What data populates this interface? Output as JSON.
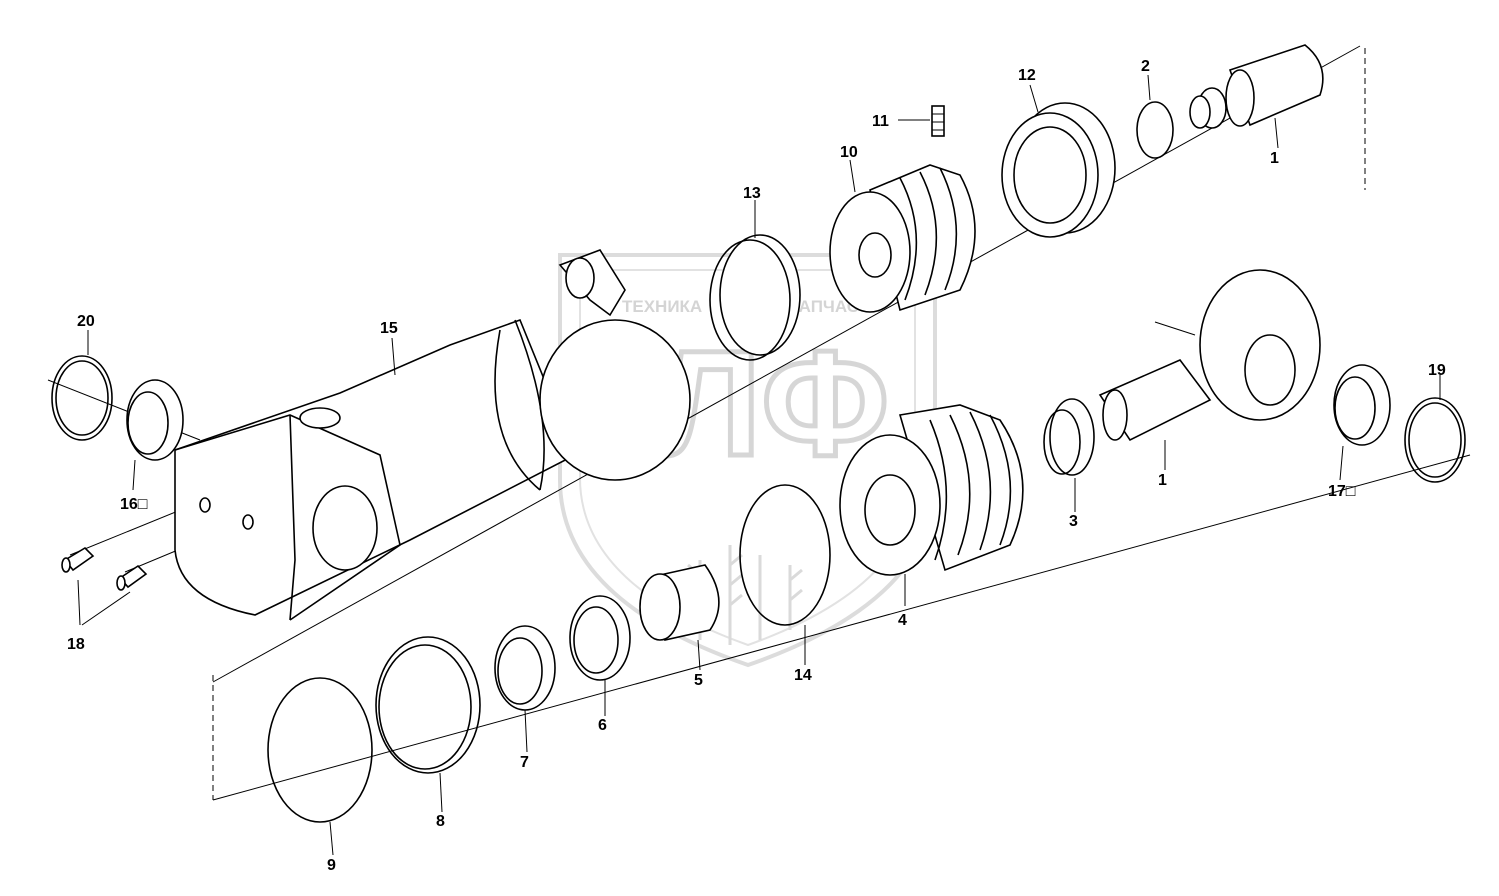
{
  "watermark": {
    "text_left": "ТЕХНИКА",
    "text_right": "ЗАПЧАСТИ",
    "logo_letters": "ЭЛФ",
    "color": "#d4d4d4"
  },
  "labels": {
    "p1_top": "1",
    "p1_bottom": "1",
    "p2": "2",
    "p3": "3",
    "p4": "4",
    "p5": "5",
    "p6": "6",
    "p7": "7",
    "p8": "8",
    "p9": "9",
    "p10": "10",
    "p11": "11",
    "p12": "12",
    "p13": "13",
    "p14": "14",
    "p15": "15",
    "p16": "16□",
    "p17": "17□",
    "p18": "18",
    "p19": "19",
    "p20": "20"
  },
  "colors": {
    "line": "#000000",
    "background": "#ffffff"
  }
}
